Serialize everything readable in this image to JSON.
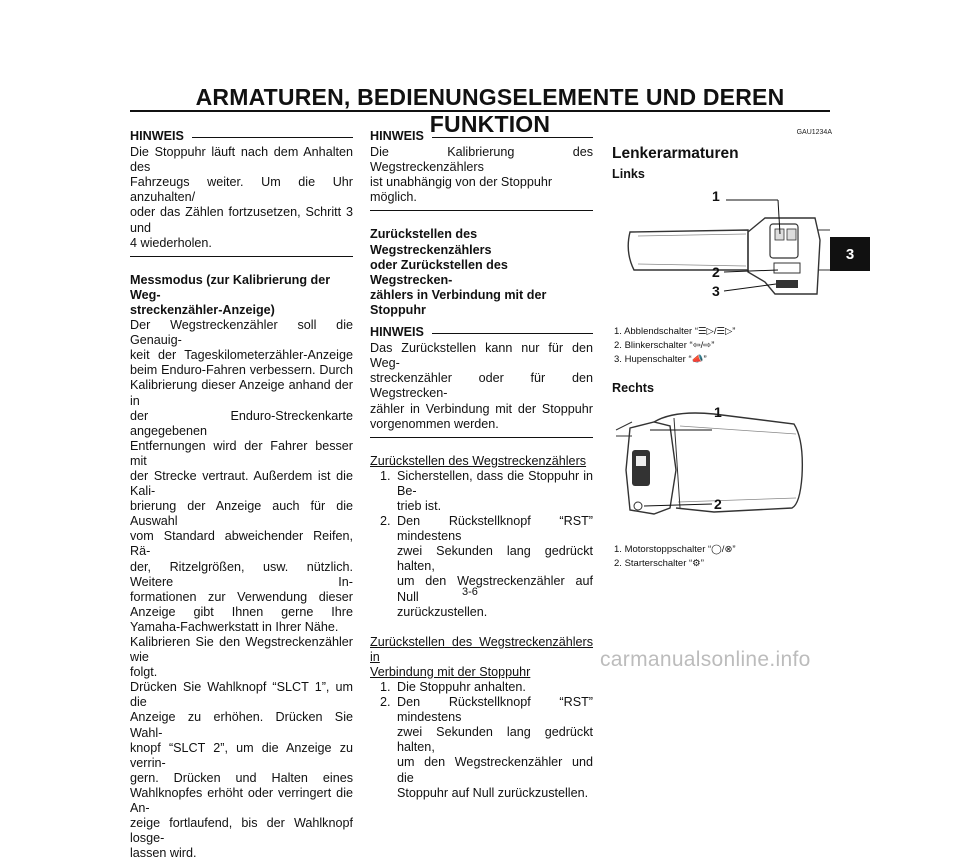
{
  "header": {
    "title": "ARMATUREN, BEDIENUNGSELEMENTE UND DEREN FUNKTION"
  },
  "chapter_tab": "3",
  "page_number": "3-6",
  "watermark": "carmanualsonline.info",
  "col1": {
    "note_label": "HINWEIS",
    "note_lines": [
      "Die Stoppuhr läuft nach dem Anhalten des",
      "Fahrzeugs weiter. Um die Uhr anzuhalten/",
      "oder das Zählen fortzusetzen, Schritt 3 und",
      "4 wiederholen."
    ],
    "heading_lines": [
      "Messmodus (zur Kalibrierung der Weg-",
      "streckenzähler-Anzeige)"
    ],
    "body1_lines": [
      "Der Wegstreckenzähler soll die Genauig-",
      "keit der Tageskilometerzähler-Anzeige",
      "beim Enduro-Fahren verbessern. Durch",
      "Kalibrierung dieser Anzeige anhand der in",
      "der Enduro-Streckenkarte angegebenen",
      "Entfernungen wird der Fahrer besser mit",
      "der Strecke vertraut. Außerdem ist die Kali-",
      "brierung der Anzeige auch für die Auswahl",
      "vom Standard abweichender Reifen, Rä-",
      "der, Ritzelgrößen, usw. nützlich. Weitere In-",
      "formationen zur Verwendung dieser",
      "Anzeige gibt Ihnen gerne Ihre"
    ],
    "body1_last": "Yamaha-Fachwerkstatt in Ihrer Nähe.",
    "body2_lines": [
      "Kalibrieren Sie den Wegstreckenzähler wie"
    ],
    "body2_last": "folgt.",
    "body3_lines": [
      "Drücken Sie Wahlknopf “SLCT 1”, um die",
      "Anzeige zu erhöhen. Drücken Sie Wahl-",
      "knopf “SLCT 2”, um die Anzeige zu verrin-",
      "gern. Drücken und Halten eines",
      "Wahlknopfes erhöht oder verringert die An-",
      "zeige fortlaufend, bis der Wahlknopf losge-"
    ],
    "body3_last": "lassen wird."
  },
  "col2": {
    "note1_label": "HINWEIS",
    "note1_lines": [
      "Die Kalibrierung des Wegstreckenzählers"
    ],
    "note1_last": "ist unabhängig von der Stoppuhr möglich.",
    "heading_lines": [
      "Zurückstellen des Wegstreckenzählers",
      "oder Zurückstellen des Wegstrecken-",
      "zählers in Verbindung mit der Stoppuhr"
    ],
    "note2_label": "HINWEIS",
    "note2_lines": [
      "Das Zurückstellen kann nur für den Weg-",
      "streckenzähler oder für den Wegstrecken-",
      "zähler in Verbindung mit der Stoppuhr"
    ],
    "note2_last": "vorgenommen werden.",
    "sec1_title": "Zurückstellen des Wegstreckenzählers",
    "sec1_items": [
      {
        "n": "1.",
        "lines": [
          "Sicherstellen, dass die Stoppuhr in Be-"
        ],
        "last": "trieb ist."
      },
      {
        "n": "2.",
        "lines": [
          "Den Rückstellknopf “RST” mindestens",
          "zwei Sekunden lang gedrückt halten,",
          "um den Wegstreckenzähler auf Null"
        ],
        "last": "zurückzustellen."
      }
    ],
    "sec2_title_lines": [
      "Zurückstellen des Wegstreckenzählers in"
    ],
    "sec2_title_last": "Verbindung mit der Stoppuhr",
    "sec2_items": [
      {
        "n": "1.",
        "lines": [],
        "last": "Die Stoppuhr anhalten."
      },
      {
        "n": "2.",
        "lines": [
          "Den Rückstellknopf “RST” mindestens",
          "zwei Sekunden lang gedrückt halten,",
          "um den Wegstreckenzähler und die"
        ],
        "last": "Stoppuhr auf Null zurückzustellen."
      }
    ]
  },
  "col3": {
    "code": "GAU1234A",
    "title": "Lenkerarmaturen",
    "left_label": "Links",
    "left_callouts": [
      "1",
      "2",
      "3"
    ],
    "left_caption": [
      {
        "n": "1.",
        "text": "Abblendschalter “",
        "end": "”"
      },
      {
        "n": "2.",
        "text": "Blinkerschalter “",
        "end": "”"
      },
      {
        "n": "3.",
        "text": "Hupenschalter “",
        "end": "”"
      }
    ],
    "right_label": "Rechts",
    "right_callouts": [
      "1",
      "2"
    ],
    "right_caption": [
      {
        "n": "1.",
        "text": "Motorstoppschalter “",
        "end": "”"
      },
      {
        "n": "2.",
        "text": "Starterschalter “",
        "end": "”"
      }
    ]
  }
}
